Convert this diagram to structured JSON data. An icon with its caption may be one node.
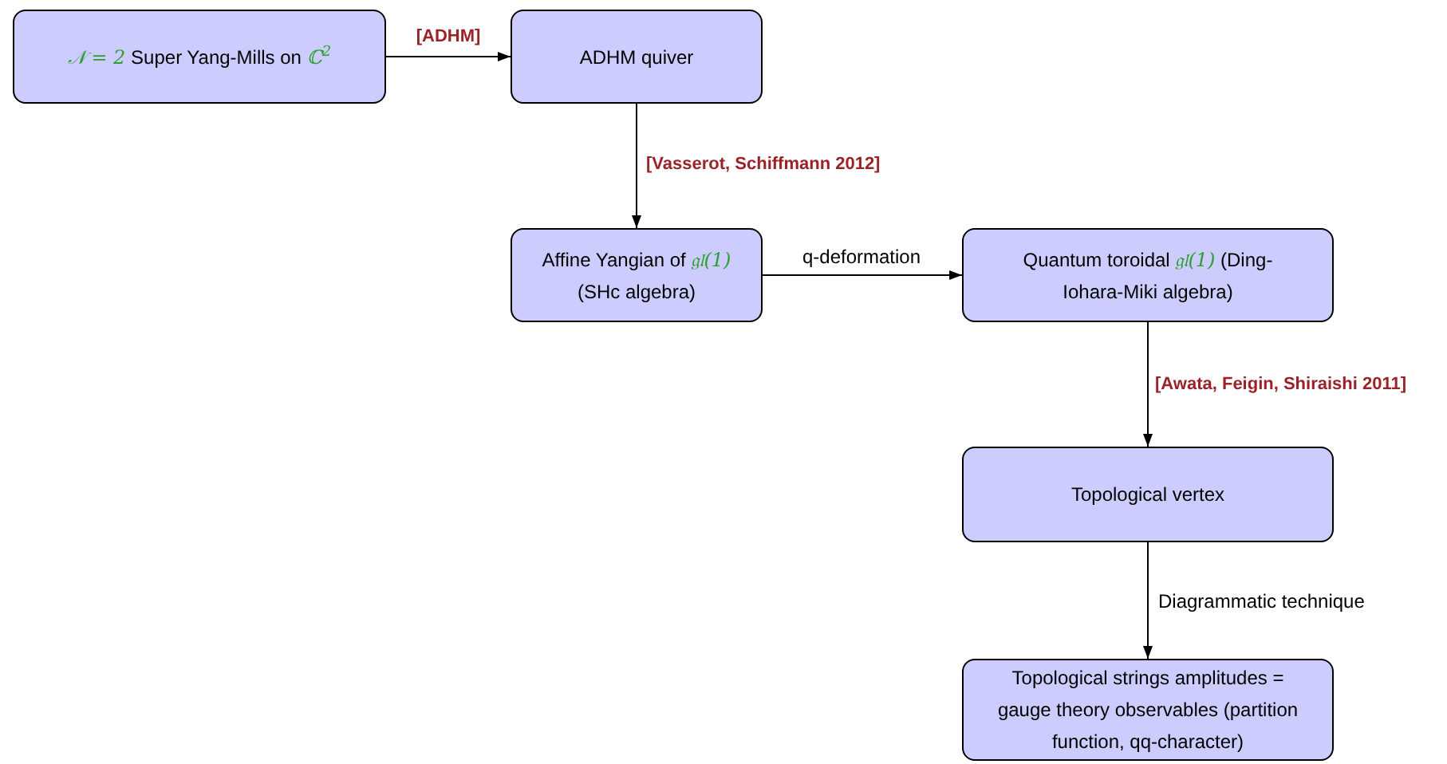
{
  "diagram": {
    "nodes": [
      {
        "text": [
          "*𝒩 = 2* Super Yang-Mills on *ℂ$^{2}$*"
        ]
      },
      {
        "text": [
          "ADHM quiver"
        ]
      },
      {
        "text": [
          "Affine Yangian of *𝔤𝔩(1)* (SHc algebra)"
        ]
      },
      {
        "text": [
          "Quantum toroidal *𝔤𝔩(1)* (Ding-Iohara-Miki algebra)"
        ]
      },
      {
        "text": [
          "Topological vertex"
        ]
      },
      {
        "text": [
          "Topological strings amplitudes = gauge theory observables (partition function, qq-character)"
        ]
      }
    ],
    "edges": [
      {
        "from": 0,
        "to": 1,
        "arrow": "to",
        "label": "**[ADHM]**"
      },
      {
        "from": 1,
        "to": 2,
        "arrow": "to",
        "label": "**[Vasserot, Schiffmann 2012]**"
      },
      {
        "from": 2,
        "to": 3,
        "arrow": "to",
        "label": "q-deformation"
      },
      {
        "from": 3,
        "to": 4,
        "arrow": "to",
        "label": "**[Awata, Feigin, Shiraishi 2011]**"
      },
      {
        "from": 4,
        "to": 5,
        "arrow": "to",
        "label": "Diagrammatic technique"
      }
    ]
  }
}
